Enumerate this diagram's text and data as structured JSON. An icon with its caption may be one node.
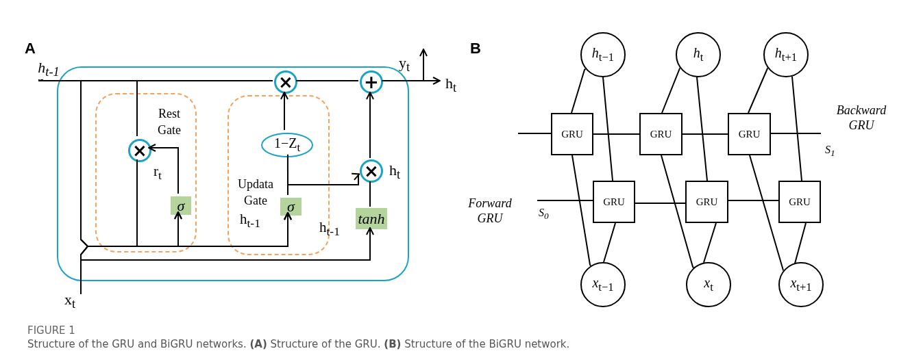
{
  "diagram": {
    "caption": "Structure of the GRU and BiGRU networks. **(A)** Structure of the GRU. **(B)** Structure of the BiGRU network.",
    "nodes": [
      {
        "text": [],
        "shape": "box"
      },
      {
        "text": [
          "Rest Gate"
        ],
        "in": 0
      },
      {
        "text": [
          "Updata Gate"
        ],
        "in": 0
      },
      {
        "text": [
          "×"
        ],
        "in": 1
      },
      {
        "text": [
          "σ"
        ],
        "in": 1
      },
      {
        "text": [
          "1−Z$_{t}$"
        ],
        "in": 2
      },
      {
        "text": [
          "σ"
        ],
        "in": 2
      },
      {
        "text": [
          "×"
        ],
        "in": 0
      },
      {
        "text": [
          "+"
        ],
        "in": 0
      },
      {
        "text": [
          "×"
        ],
        "in": 0,
        "beside": [
          "h$_{t}$"
        ]
      },
      {
        "text": [
          "tanh"
        ],
        "in": 0
      },
      {
        "text": [
          "h$_{t-1}$"
        ]
      },
      {
        "text": [
          "x$_{t}$"
        ]
      },
      {
        "text": [
          "h$_{t}$"
        ]
      },
      {
        "text": [
          "y$_{t}$"
        ],
        "in": 0
      },
      {
        "text": [
          "*h*$_{t−1}$"
        ]
      },
      {
        "text": [
          "*h*$_{t}$"
        ]
      },
      {
        "text": [
          "*h*$_{t+1}$"
        ]
      },
      {
        "text": [
          "GRU"
        ]
      },
      {
        "text": [
          "GRU"
        ]
      },
      {
        "text": [
          "GRU"
        ]
      },
      {
        "text": [
          "GRU"
        ]
      },
      {
        "text": [
          "GRU"
        ]
      },
      {
        "text": [
          "GRU"
        ]
      },
      {
        "text": [
          "*x*$_{t−1}$"
        ]
      },
      {
        "text": [
          "*x*$_{t}$"
        ]
      },
      {
        "text": [
          "*x*$_{t+1}$"
        ]
      }
    ],
    "edges": [
      {
        "from": 11,
        "to": 7,
        "arrow": "none"
      },
      {
        "from": 7,
        "to": 8,
        "arrow": "none"
      },
      {
        "from": 8,
        "to": 13,
        "arrow": "to"
      },
      {
        "from": 8,
        "to": 14,
        "arrow": "to"
      },
      {
        "from": 11,
        "to": 3,
        "arrow": "none"
      },
      {
        "from": 4,
        "to": 3,
        "arrow": "to"
      },
      {
        "from": 5,
        "to": 7,
        "arrow": "to"
      },
      {
        "from": 6,
        "to": 5,
        "arrow": "none"
      },
      {
        "from": 6,
        "to": 9,
        "arrow": "to"
      },
      {
        "from": 10,
        "to": 9,
        "arrow": "none"
      },
      {
        "from": 9,
        "to": 8,
        "arrow": "to"
      },
      {
        "from": 12,
        "to": 4,
        "arrow": "to"
      },
      {
        "from": 12,
        "to": 6,
        "arrow": "to"
      },
      {
        "from": 11,
        "to": 4,
        "arrow": "to"
      },
      {
        "from": 11,
        "to": 6,
        "arrow": "to"
      },
      {
        "from": 12,
        "to": 10,
        "arrow": "to"
      },
      {
        "from": 3,
        "to": 6,
        "arrow": "to"
      },
      {
        "from": 18,
        "to": 15,
        "arrow": "none"
      },
      {
        "from": 21,
        "to": 15,
        "arrow": "none"
      },
      {
        "from": 18,
        "to": 24,
        "arrow": "none"
      },
      {
        "from": 21,
        "to": 24,
        "arrow": "none"
      },
      {
        "from": 19,
        "to": 16,
        "arrow": "none"
      },
      {
        "from": 22,
        "to": 16,
        "arrow": "none"
      },
      {
        "from": 19,
        "to": 25,
        "arrow": "none"
      },
      {
        "from": 22,
        "to": 25,
        "arrow": "none"
      },
      {
        "from": 20,
        "to": 17,
        "arrow": "none"
      },
      {
        "from": 23,
        "to": 17,
        "arrow": "none"
      },
      {
        "from": 20,
        "to": 26,
        "arrow": "none"
      },
      {
        "from": 23,
        "to": 26,
        "arrow": "none"
      },
      {
        "from": null,
        "to": 18,
        "arrow": "none"
      },
      {
        "from": 18,
        "to": 19,
        "arrow": "none"
      },
      {
        "from": 19,
        "to": 20,
        "arrow": "none"
      },
      {
        "from": 20,
        "to": null,
        "arrow": "none"
      },
      {
        "from": null,
        "to": 21,
        "arrow": "none"
      },
      {
        "from": 21,
        "to": 22,
        "arrow": "none"
      },
      {
        "from": 22,
        "to": 23,
        "arrow": "none"
      }
    ],
    "labels": [
      "A",
      "r$_{t}$",
      "h$_{t-1}$",
      "h$_{t-1}$",
      "B",
      "S$_{1}$",
      "Backward GRU",
      "Forward GRU",
      "S$_{0}$",
      "FIGURE 1"
    ]
  }
}
